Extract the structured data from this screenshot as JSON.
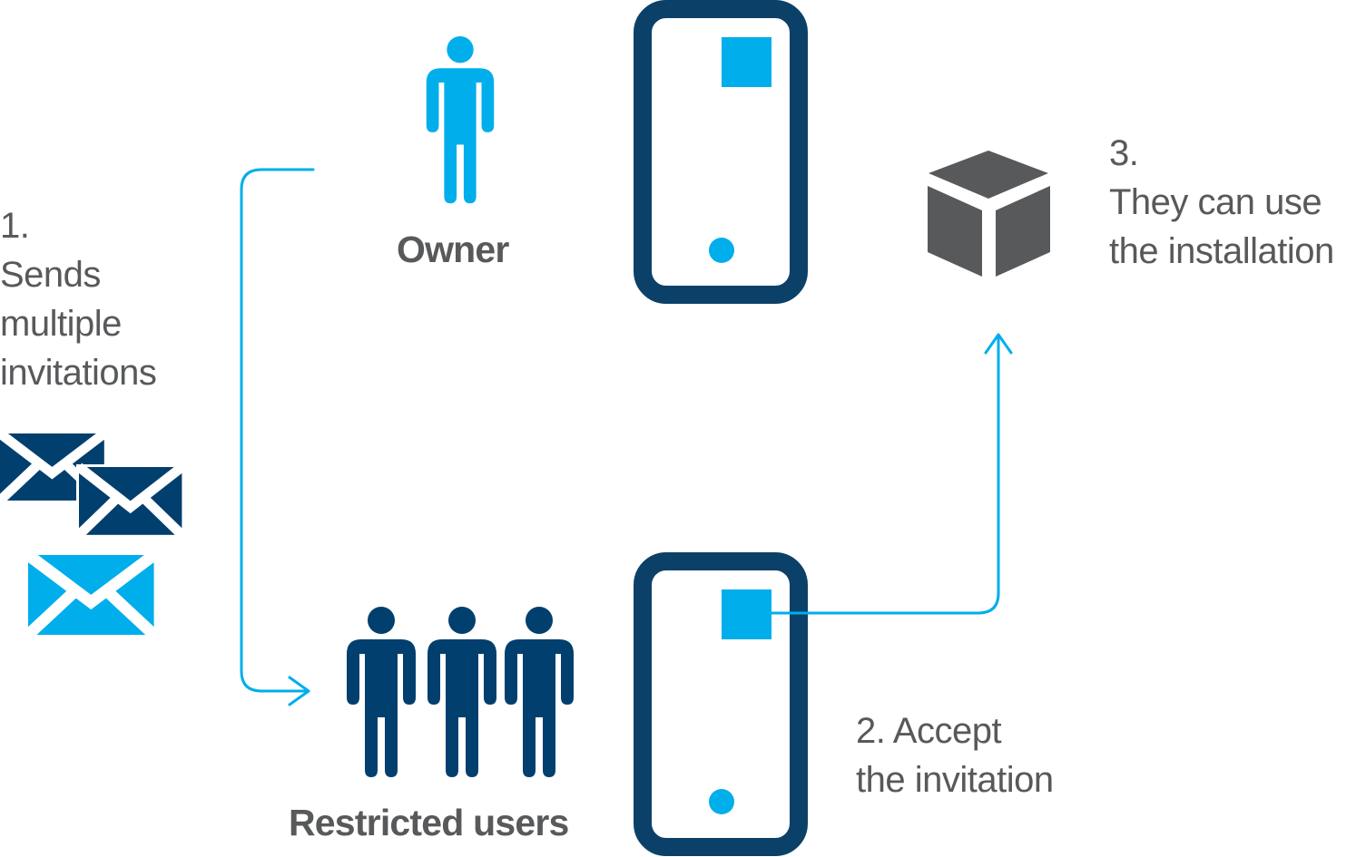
{
  "colors": {
    "accent_light": "#00aeeb",
    "accent_dark": "#0b4168",
    "people_dark": "#003f6e",
    "text_gray": "#58595b",
    "cube_gray": "#58595b"
  },
  "step1": {
    "number": "1.",
    "lines": [
      "Sends",
      "multiple",
      "invitations"
    ],
    "icon": "envelope-stack-icon"
  },
  "step2": {
    "lines": [
      "2. Accept",
      "the invitation"
    ]
  },
  "step3": {
    "number": "3.",
    "lines": [
      "They can use",
      "the installation"
    ],
    "icon": "cube-icon"
  },
  "roles": {
    "owner": {
      "label": "Owner",
      "icon": "person-icon",
      "count": 1
    },
    "restricted": {
      "label": "Restricted users",
      "icon": "people-group-icon",
      "count": 3
    }
  },
  "devices": [
    {
      "name": "owner-phone",
      "icon": "smartphone-icon"
    },
    {
      "name": "user-phone",
      "icon": "smartphone-icon"
    }
  ],
  "connectors": [
    {
      "from": "owner",
      "to": "restricted-users",
      "icon": "arrow-right-icon"
    },
    {
      "from": "user-phone",
      "to": "installation",
      "icon": "arrow-up-icon"
    }
  ]
}
